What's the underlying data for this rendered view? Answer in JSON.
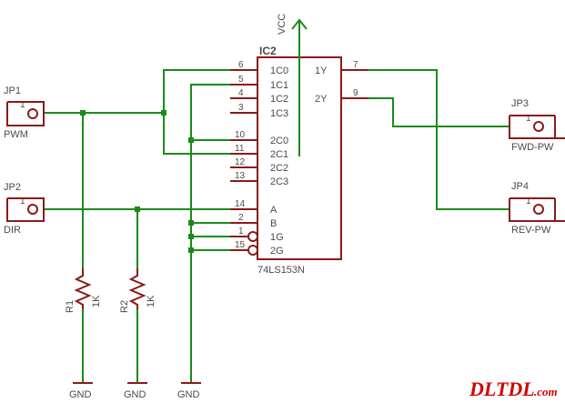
{
  "power": {
    "label": "VCC"
  },
  "ic": {
    "ref": "IC2",
    "part": "74LS153N",
    "left_pins": [
      {
        "num": "6",
        "label": "1C0"
      },
      {
        "num": "5",
        "label": "1C1"
      },
      {
        "num": "4",
        "label": "1C2"
      },
      {
        "num": "3",
        "label": "1C3"
      },
      {
        "num": "10",
        "label": "2C0"
      },
      {
        "num": "11",
        "label": "2C1"
      },
      {
        "num": "12",
        "label": "2C2"
      },
      {
        "num": "13",
        "label": "2C3"
      },
      {
        "num": "14",
        "label": "A"
      },
      {
        "num": "2",
        "label": "B"
      },
      {
        "num": "1",
        "label": "1G"
      },
      {
        "num": "15",
        "label": "2G"
      }
    ],
    "right_pins": [
      {
        "num": "7",
        "label": "1Y"
      },
      {
        "num": "9",
        "label": "2Y"
      }
    ]
  },
  "connectors": [
    {
      "ref": "JP1",
      "pin": "1",
      "label": "PWM"
    },
    {
      "ref": "JP2",
      "pin": "1",
      "label": "DIR"
    },
    {
      "ref": "JP3",
      "pin": "1",
      "label": "FWD-PW"
    },
    {
      "ref": "JP4",
      "pin": "1",
      "label": "REV-PW"
    }
  ],
  "resistors": [
    {
      "ref": "R1",
      "value": "1K"
    },
    {
      "ref": "R2",
      "value": "1K"
    }
  ],
  "grounds": [
    "GND",
    "GND",
    "GND"
  ],
  "watermark": {
    "main": "DLTDL",
    "suffix": ".com"
  },
  "colors": {
    "pin": "#8b1a1a",
    "wire": "#1a8b1a",
    "text": "#4a4a4a",
    "watermark": "#d40000"
  }
}
